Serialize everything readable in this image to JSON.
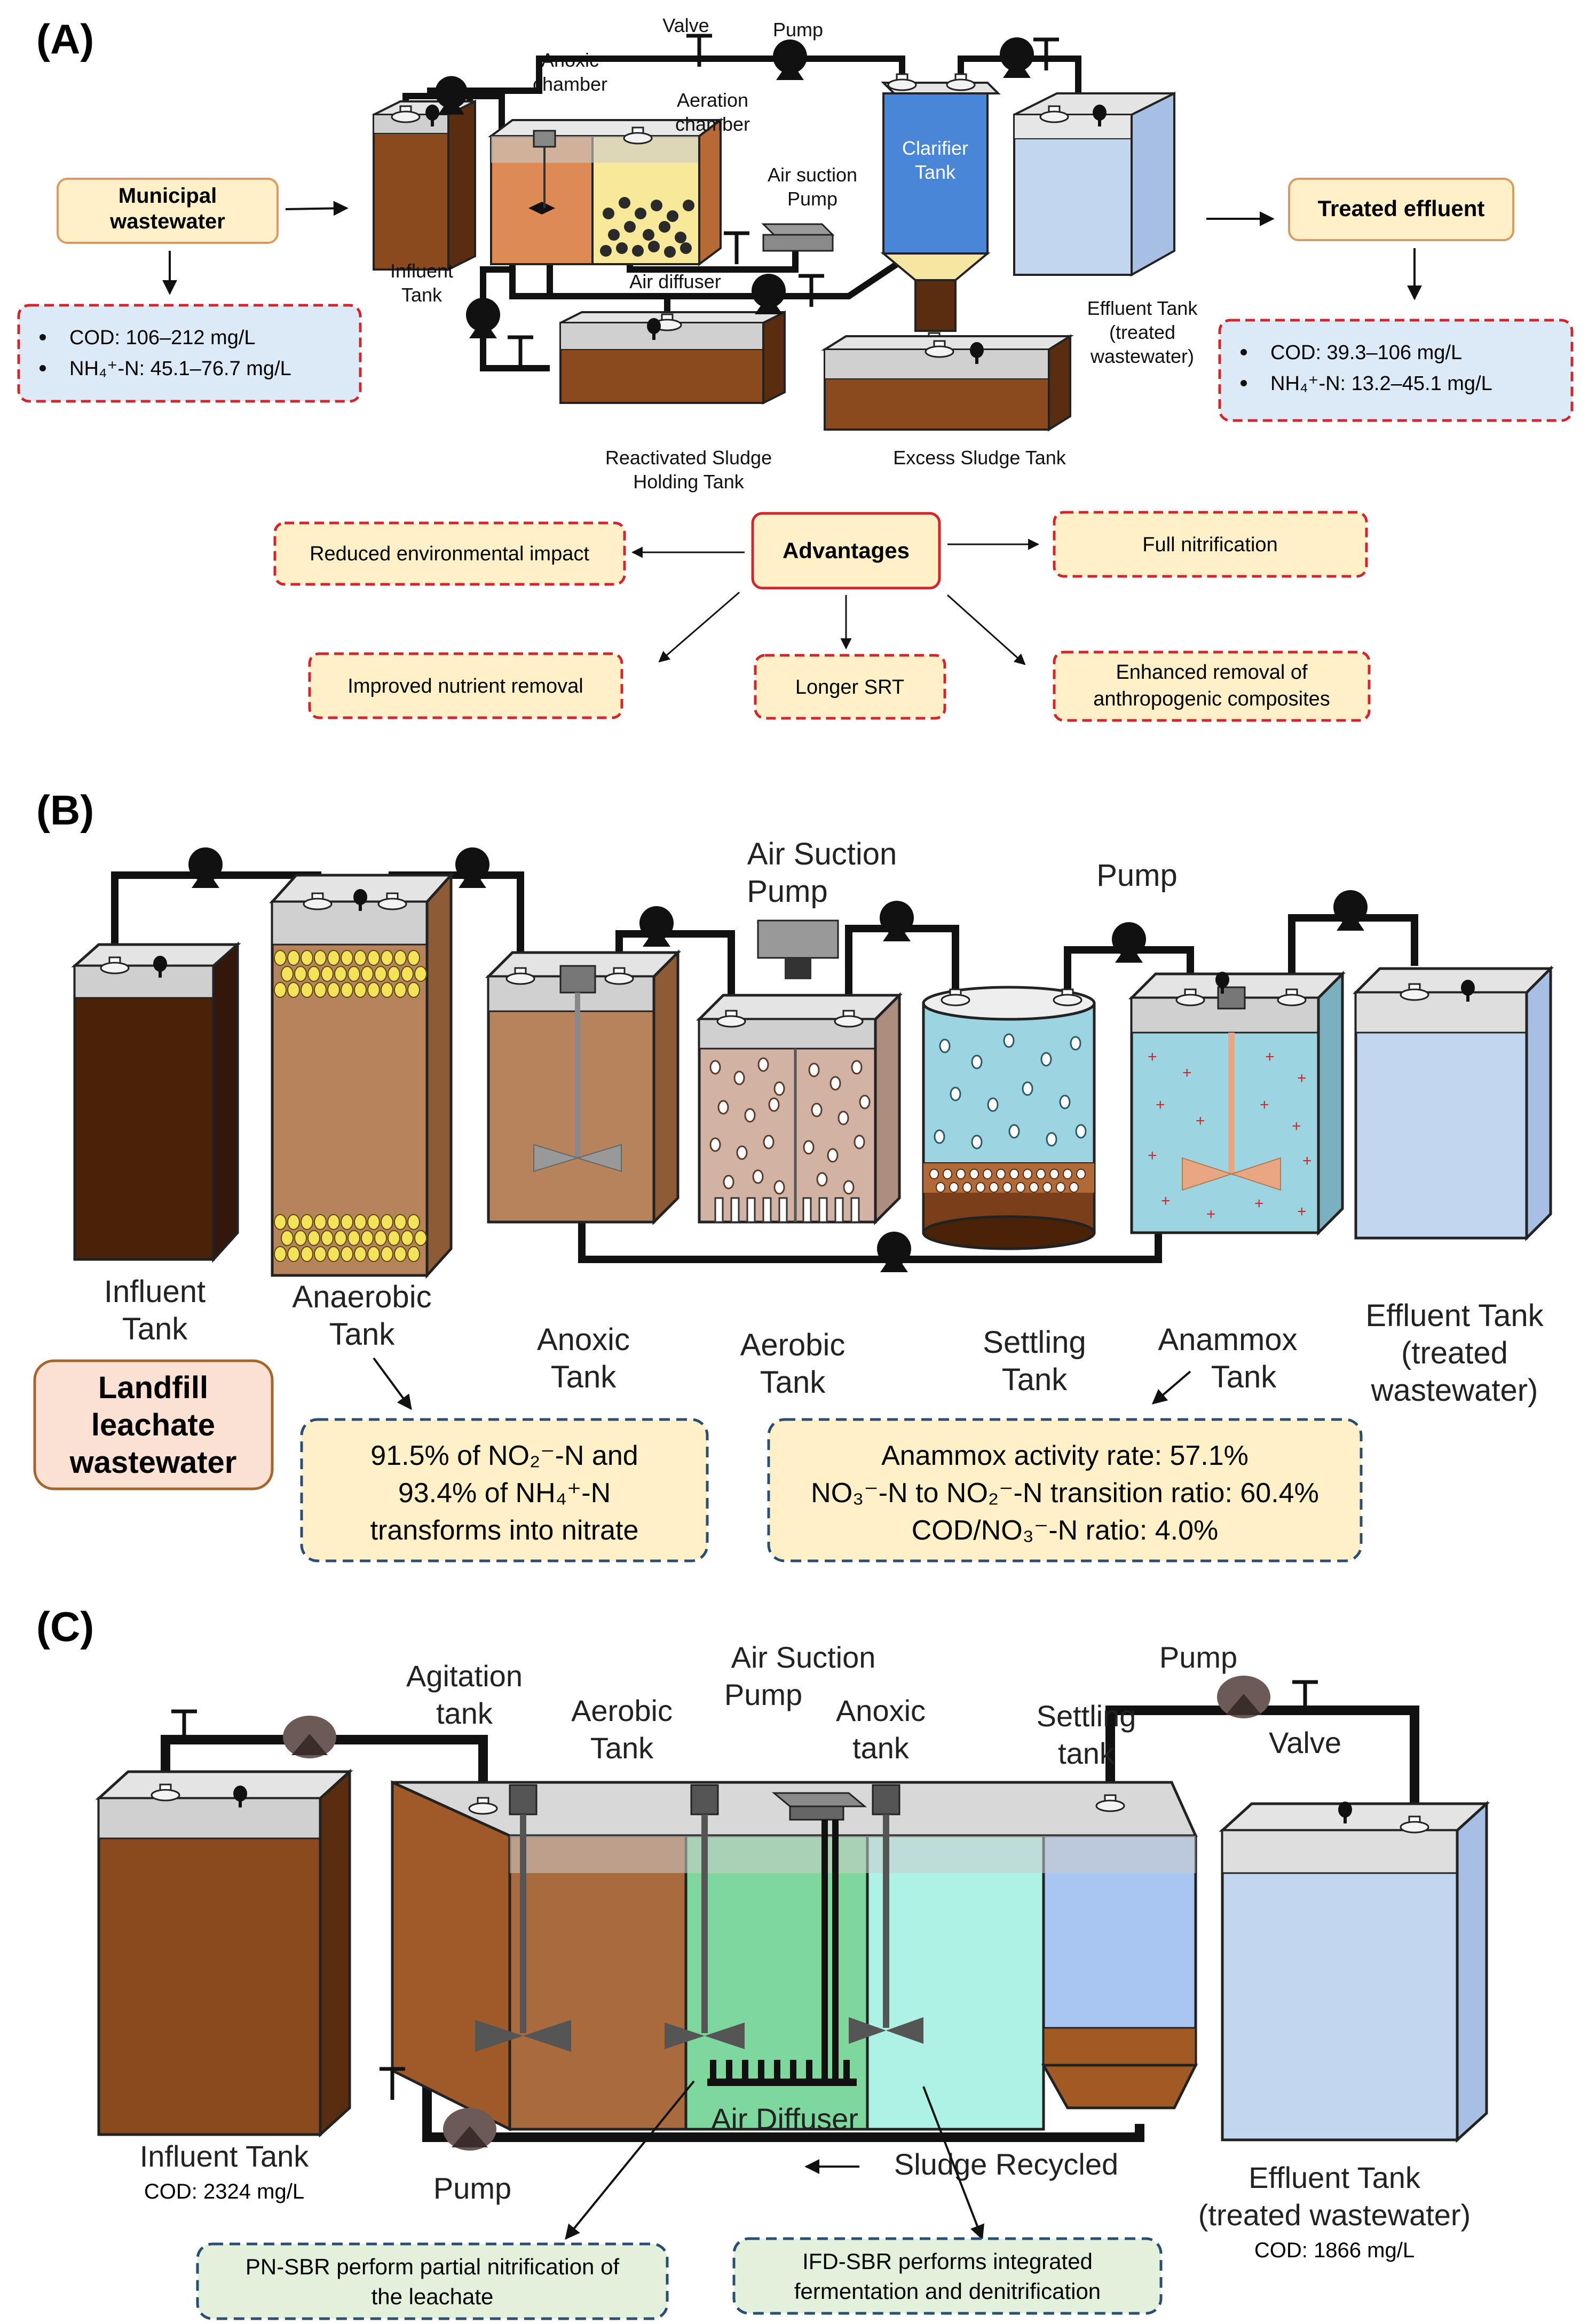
{
  "colors": {
    "sewage_brown": "#8a4a1e",
    "dark_brown": "#4a2208",
    "anoxic_orange": "#dd8a55",
    "aeration_yellow": "#f7e89a",
    "clarifier_blue": "#4a86d8",
    "effluent_blue": "#c3d6f0",
    "settling_cyan": "#9cd4e2",
    "aerobic_green": "#7ed79c",
    "anoxic_cyan": "#aef2e6",
    "box_yellow": "#fff0c8",
    "box_blue": "#dce9f7",
    "box_green": "#e3f1dc",
    "box_pink": "#fbe1d4",
    "dashed_red": "#d0262c",
    "dashed_navy": "#2a4e72",
    "pump_black": "#111111",
    "pump_grey": "#6b5a55"
  },
  "panelA": {
    "label": "(A)",
    "valve": "Valve",
    "pump": "Pump",
    "anoxic_chamber": [
      "Anoxic",
      "chamber"
    ],
    "aeration_chamber": [
      "Aeration",
      "chamber"
    ],
    "air_suction_pump": [
      "Air suction",
      "Pump"
    ],
    "clarifier_tank": [
      "Clarifier",
      "Tank"
    ],
    "influent_tank": [
      "Influent",
      "Tank"
    ],
    "air_diffuser": "Air diffuser",
    "effluent_tank": [
      "Effluent Tank",
      "(treated",
      "wastewater)"
    ],
    "reactivated_sludge": [
      "Reactivated Sludge",
      "Holding Tank"
    ],
    "excess_sludge": "Excess Sludge Tank",
    "municipal_box": [
      "Municipal",
      "wastewater"
    ],
    "treated_box": "Treated effluent",
    "influent_quality": [
      "COD: 106–212 mg/L",
      "NH₄⁺-N: 45.1–76.7 mg/L"
    ],
    "effluent_quality": [
      "COD: 39.3–106 mg/L",
      "NH₄⁺-N: 13.2–45.1 mg/L"
    ],
    "advantages": "Advantages",
    "adv_items": [
      "Reduced environmental impact",
      "Full nitrification",
      "Improved nutrient removal",
      "Longer SRT",
      "Enhanced removal of",
      "anthropogenic composites"
    ]
  },
  "panelB": {
    "label": "(B)",
    "air_suction_pump": [
      "Air Suction",
      "Pump"
    ],
    "pump": "Pump",
    "influent_tank": [
      "Influent",
      "Tank"
    ],
    "anaerobic_tank": [
      "Anaerobic",
      "Tank"
    ],
    "anoxic_tank": [
      "Anoxic",
      "Tank"
    ],
    "aerobic_tank": [
      "Aerobic",
      "Tank"
    ],
    "settling_tank": [
      "Settling",
      "Tank"
    ],
    "anammox_tank": [
      "Anammox",
      "Tank"
    ],
    "effluent_tank": [
      "Effluent Tank",
      "(treated",
      "wastewater)"
    ],
    "landfill_box": [
      "Landfill",
      "leachate",
      "wastewater"
    ],
    "left_box": [
      "91.5% of NO₂⁻-N and",
      "93.4% of NH₄⁺-N",
      "transforms into nitrate"
    ],
    "right_box": [
      "Anammox activity rate: 57.1%",
      "NO₃⁻-N to NO₂⁻-N transition ratio: 60.4%",
      "COD/NO₃⁻-N ratio: 4.0%"
    ]
  },
  "panelC": {
    "label": "(C)",
    "agitation_tank": [
      "Agitation",
      "tank"
    ],
    "aerobic_tank": [
      "Aerobic",
      "Tank"
    ],
    "air_suction_pump": [
      "Air Suction",
      "Pump"
    ],
    "anoxic_tank": [
      "Anoxic",
      "tank"
    ],
    "settling_tank": [
      "Settling",
      "tank"
    ],
    "pump_top": "Pump",
    "valve": "Valve",
    "air_diffuser": "Air Diffuser",
    "sludge_recycled": "Sludge Recycled",
    "influent_tank": "Influent Tank",
    "influent_cod": "COD: 2324 mg/L",
    "pump_bottom": "Pump",
    "effluent_tank": [
      "Effluent Tank",
      "(treated wastewater)"
    ],
    "effluent_cod": "COD: 1866 mg/L",
    "pn_box": [
      "PN-SBR perform partial nitrification of",
      "the leachate"
    ],
    "ifd_box": [
      "IFD-SBR performs integrated",
      "fermentation and denitrification"
    ]
  }
}
